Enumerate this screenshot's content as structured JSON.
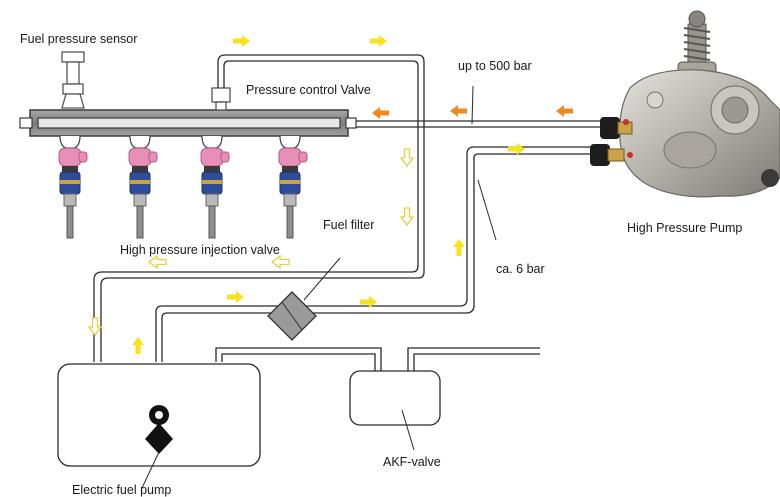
{
  "labels": {
    "fuel_pressure_sensor": "Fuel pressure sensor",
    "pressure_control_valve": "Pressure control Valve",
    "up_to_500_bar": "up to 500 bar",
    "high_pressure_pump": "High Pressure Pump",
    "high_pressure_injection_valve": "High pressure injection valve",
    "fuel_filter": "Fuel filter",
    "ca_6_bar": "ca. 6 bar",
    "akf_valve": "AKF-valve",
    "electric_fuel_pump": "Electric fuel pump"
  },
  "colors": {
    "pipe": "#2a2a2a",
    "rail": "#8a8a8a",
    "rail_outline": "#3a3a3a",
    "high_pressure_arrow": "#f08a1c",
    "low_pressure_arrow": "#f7e21c",
    "return_arrow_outline": "#e6cf3a",
    "injector_cap": "#e78fb6",
    "injector_body": "#2d4d9a",
    "injector_nozzle": "#8f8f8f",
    "filter": "#9a9a9a",
    "pump_body": "#b7b4ad"
  },
  "icons": {
    "electric_pump_symbol": "pump-symbol-icon",
    "filter_symbol": "filter-diamond-icon"
  }
}
